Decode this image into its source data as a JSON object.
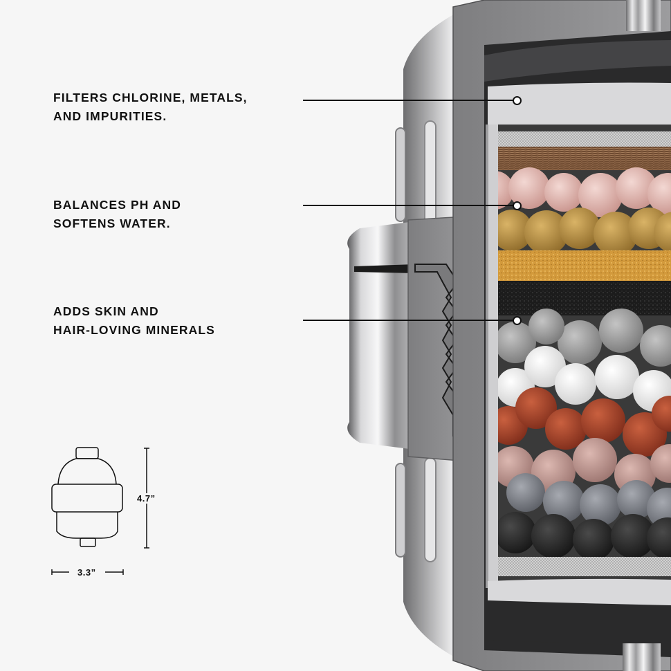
{
  "features": [
    {
      "text": "FILTERS CHLORINE, METALS,\nAND IMPURITIES."
    },
    {
      "text": "BALANCES PH AND\nSOFTENS WATER."
    },
    {
      "text": "ADDS SKIN AND\nHAIR-LOVING MINERALS"
    }
  ],
  "dimensions": {
    "height": "4.7”",
    "width": "3.3”"
  },
  "colors": {
    "background": "#f6f6f6",
    "chrome": "#b9b9bb",
    "shell": "#8d8d8f",
    "pink_beads": "#ddb3ad",
    "gold_beads": "#b99147",
    "kdf_layer": "#d7a545",
    "carbon_layer": "#1f1f1f",
    "grey_beads": "#9a9a9a",
    "white_beads": "#f2f2f2",
    "red_beads": "#a8442b",
    "mauve_beads": "#c09a92",
    "felt_grey": "#7c7f86",
    "felt_black": "#2b2b2b"
  },
  "icons": [
    "filter-cutaway-illustration",
    "filter-outline-icon"
  ]
}
